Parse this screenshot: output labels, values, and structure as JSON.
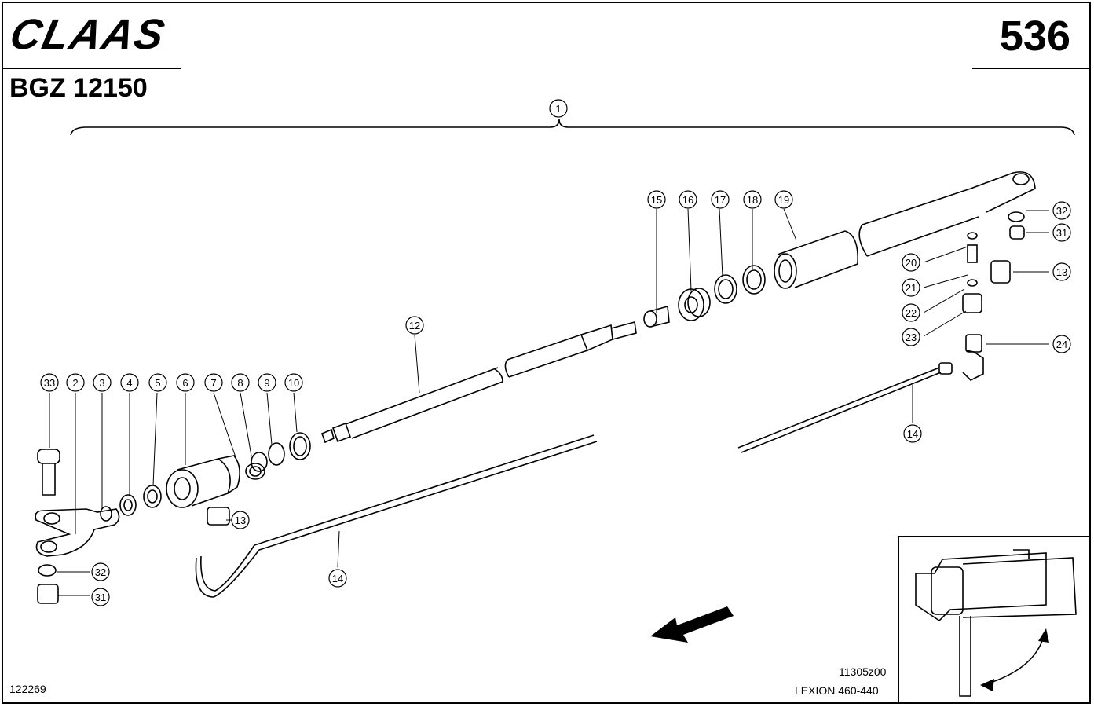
{
  "header": {
    "brand": "CLAAS",
    "page_number": "536",
    "document_code": "BGZ 12150"
  },
  "footer": {
    "drawing_number": "122269",
    "image_code": "11305z00",
    "model": "LEXION 460-440"
  },
  "callouts": {
    "assembly": "1",
    "c2": "2",
    "c3": "3",
    "c4": "4",
    "c5": "5",
    "c6": "6",
    "c7": "7",
    "c8": "8",
    "c9": "9",
    "c10": "10",
    "c12": "12",
    "c13a": "13",
    "c13b": "13",
    "c14a": "14",
    "c14b": "14",
    "c15": "15",
    "c16": "16",
    "c17": "17",
    "c18": "18",
    "c19": "19",
    "c20": "20",
    "c21": "21",
    "c22": "22",
    "c23": "23",
    "c24": "24",
    "c31a": "31",
    "c31b": "31",
    "c32a": "32",
    "c32b": "32",
    "c33": "33"
  },
  "icons": {
    "direction": "arrow-icon",
    "rotation": "curved-double-arrow-icon"
  }
}
